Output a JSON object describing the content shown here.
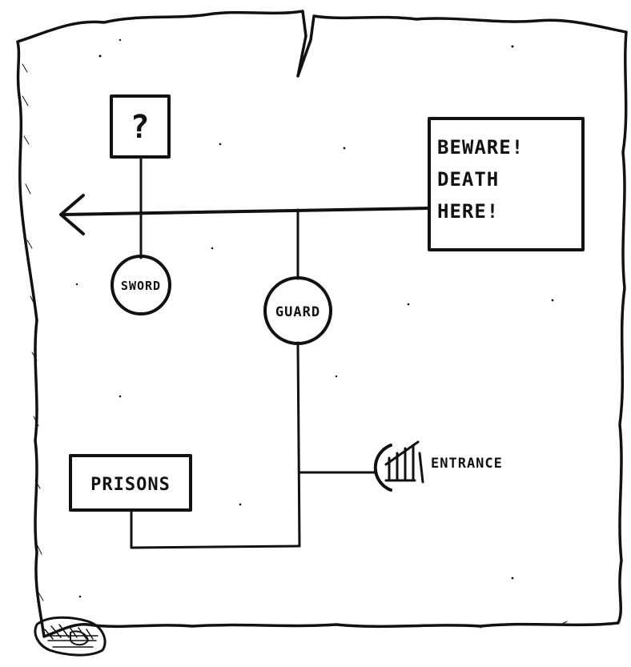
{
  "map": {
    "mystery_room": {
      "label": "?"
    },
    "warning": {
      "lines": [
        "BEWARE!",
        "DEATH",
        "HERE!"
      ]
    },
    "sword": {
      "label": "SWORD"
    },
    "guard": {
      "label": "GUARD"
    },
    "prisons": {
      "label": "PRISONS"
    },
    "entrance": {
      "label": "ENTRANCE"
    },
    "colors": {
      "ink": "#111111",
      "parchment": "#ffffff"
    }
  }
}
